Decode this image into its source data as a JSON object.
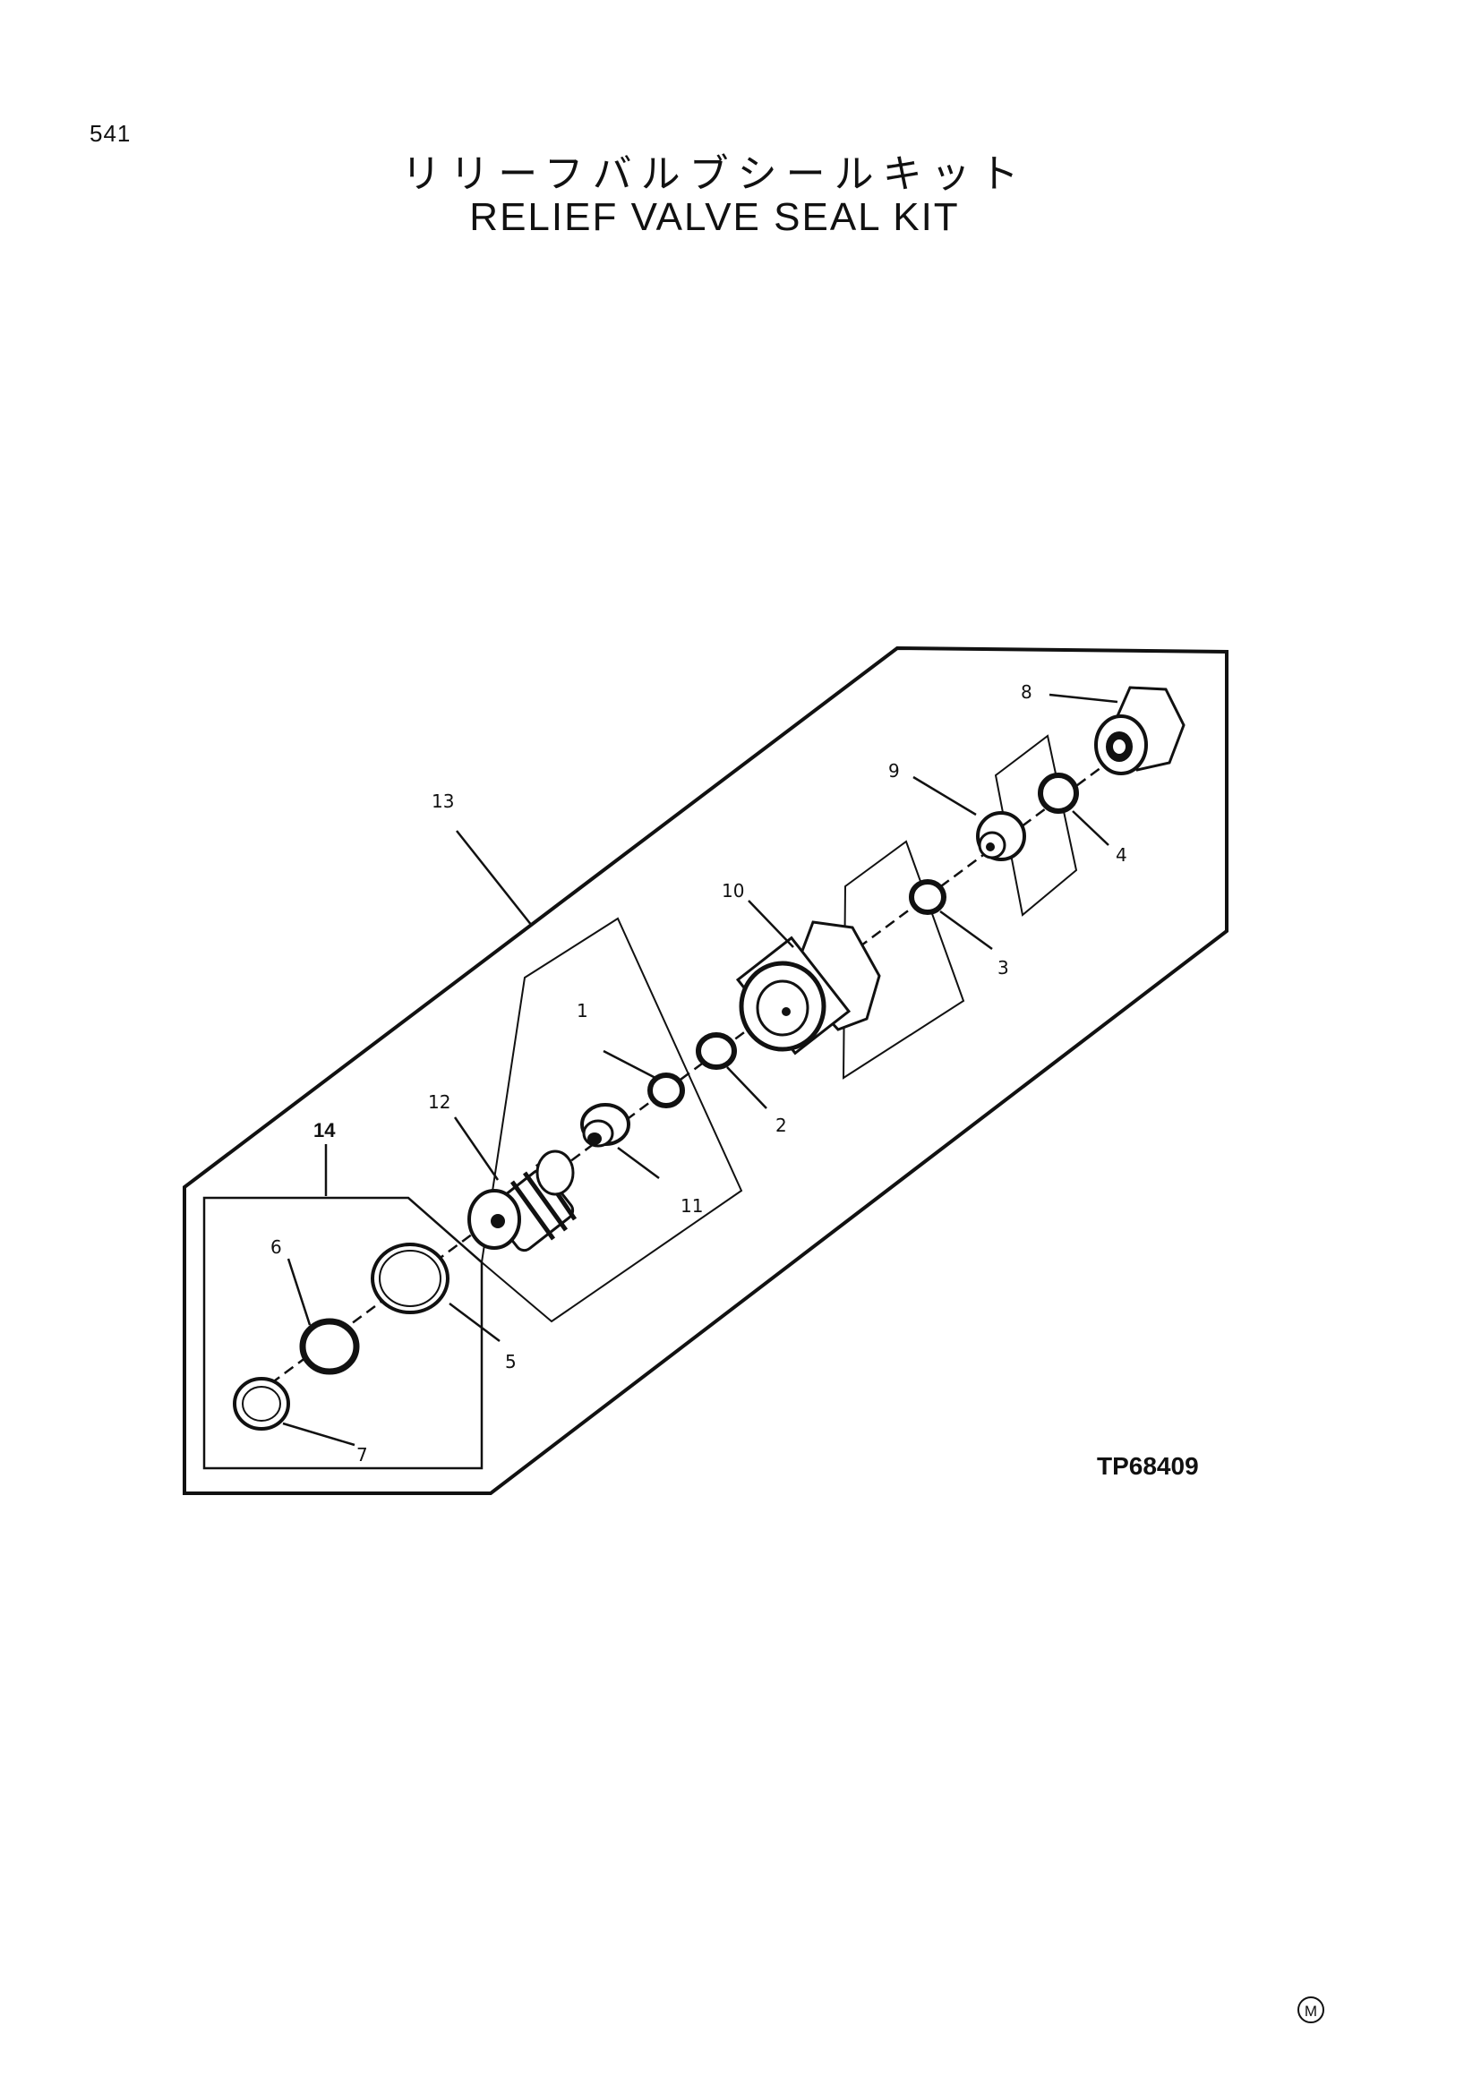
{
  "page": {
    "number": "541",
    "title_ja": "リリーフバルブシールキット",
    "title_en": "RELIEF VALVE SEAL KIT",
    "figure_code": "TP68409",
    "mark": "M"
  },
  "callouts": {
    "c1": "1",
    "c2": "2",
    "c3": "3",
    "c4": "4",
    "c5": "5",
    "c6": "6",
    "c7": "7",
    "c8": "8",
    "c9": "9",
    "c10": "10",
    "c11": "11",
    "c12": "12",
    "c13": "13",
    "c14": "14"
  }
}
